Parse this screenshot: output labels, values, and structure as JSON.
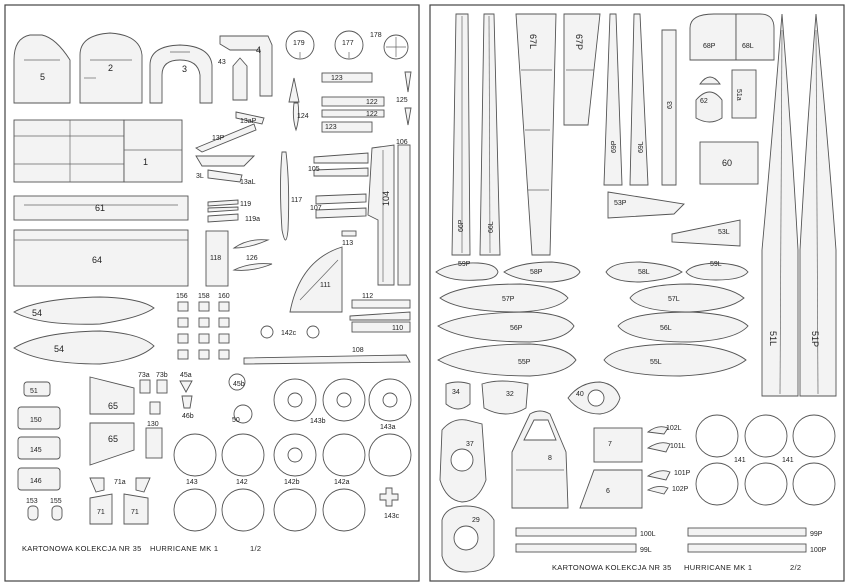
{
  "sheets": [
    {
      "footer_series": "KARTONOWA  KOLEKCJA   NR 35",
      "footer_model": "HURRICANE MK 1",
      "footer_page": "1/2"
    },
    {
      "footer_series": "KARTONOWA  KOLEKCJA   NR 35",
      "footer_model": "HURRICANE MK 1",
      "footer_page": "2/2"
    }
  ],
  "labels": {
    "p5": "5",
    "p2": "2",
    "p3": "3",
    "p4": "4",
    "p43": "43",
    "p179": "179",
    "p177": "177",
    "p178": "178",
    "p1": "1",
    "p13aP": "13aP",
    "p13P": "13P",
    "p3L": "3L",
    "p13aL": "13aL",
    "p124": "124",
    "p125": "125",
    "p123": "123",
    "p122": "122",
    "p121": "122",
    "p126t": "123",
    "p105": "105",
    "p106": "106",
    "p107": "107",
    "p104": "104",
    "p113": "113",
    "p61": "61",
    "p119": "119",
    "p119a": "119a",
    "p117": "117",
    "p64": "64",
    "p118": "118",
    "p126": "126",
    "p111": "111",
    "p112": "112",
    "p54top": "54",
    "p54": "54",
    "p156": "156",
    "p158": "158",
    "p160": "160",
    "p110": "110",
    "p142c": "142c",
    "p108": "108",
    "p51": "51",
    "p73a": "73a",
    "p73b": "73b",
    "p45a": "45a",
    "p45b": "45b",
    "p46b": "46b",
    "p150": "150",
    "p65a": "65",
    "p65b": "65",
    "p130": "130",
    "p50": "50",
    "p143b": "143b",
    "p143a": "143a",
    "p145": "145",
    "p146": "146",
    "p71a": "71a",
    "p143": "143",
    "p142": "142",
    "p142b": "142b",
    "p142a": "142a",
    "p153": "153",
    "p155": "155",
    "p71l": "71",
    "p71r": "71",
    "p143c": "143c",
    "p67L": "67L",
    "p67P": "67P",
    "p68P": "68P",
    "p68L": "68L",
    "p66P": "66P",
    "p66L": "66L",
    "p69P": "69P",
    "p69L": "69L",
    "p63": "63",
    "p62": "62",
    "p51a": "51a",
    "p60": "60",
    "p53P": "53P",
    "p53L": "53L",
    "p59P": "59P",
    "p58P": "58P",
    "p58L": "58L",
    "p59L": "59L",
    "p57P": "57P",
    "p57L": "57L",
    "p56P": "56P",
    "p56L": "56L",
    "p55P": "55P",
    "p55L": "55L",
    "p51L": "51L",
    "p51P": "51P",
    "p34": "34",
    "p32": "32",
    "p40": "40",
    "p37": "37",
    "p8": "8",
    "p7": "7",
    "p6": "6",
    "p102L": "102L",
    "p101L": "101L",
    "p101P": "101P",
    "p102P": "102P",
    "p141a": "141",
    "p141b": "141",
    "p29": "29",
    "p100L": "100L",
    "p99L": "99L",
    "p99P": "99P",
    "p100P": "100P"
  }
}
